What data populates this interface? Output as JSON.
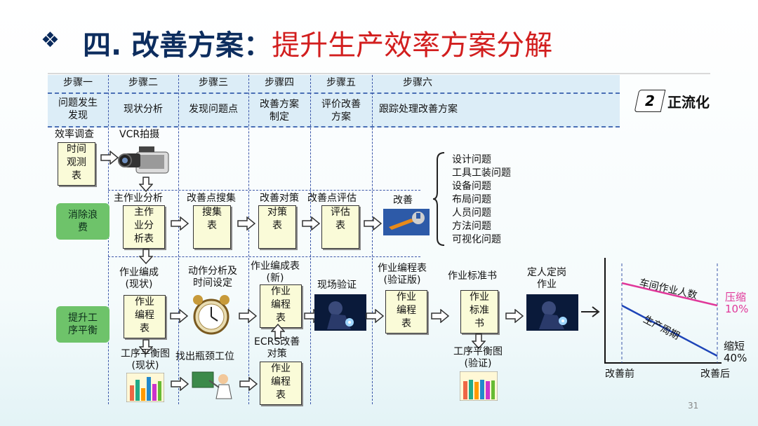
{
  "title": {
    "bullet": "❖",
    "prefix": "四. 改善方案：",
    "highlight": "提升生产效率方案分解"
  },
  "steps": [
    "步骤一",
    "步骤二",
    "步骤三",
    "步骤四",
    "步骤五",
    "步骤六"
  ],
  "phases": {
    "p1": "问题发生\n发现",
    "p2": "现状分析",
    "p3": "发现问题点",
    "p4": "改善方案\n制定",
    "p5": "评价改善\n方案",
    "p6": "跟踪处理改善方案"
  },
  "tag": {
    "num": "2",
    "text": "正流化"
  },
  "row0": {
    "efficiency_label": "效率调查",
    "doc_time": "时间\n观测\n表",
    "vcr_label": "VCR拍摄"
  },
  "row1": {
    "side_label": "消除浪\n费",
    "main_label": "主作业分析",
    "main_doc": "主作\n业分\n析表",
    "collect_label": "改善点搜集",
    "collect_doc": "搜集\n表",
    "measure_label": "改善对策",
    "measure_doc": "对策\n表",
    "eval_label": "改善点评估",
    "eval_doc": "评估\n表",
    "improve_label": "改善"
  },
  "issues": [
    "设计问题",
    "工具工装问题",
    "设备问题",
    "布局问题",
    "人员问题",
    "方法问题",
    "可视化问题"
  ],
  "row2": {
    "side_label": "提升工\n序平衡",
    "compile_label": "作业编成\n(现状)",
    "compile_doc": "作业\n编程\n表",
    "motion_label": "动作分析及\n时间设定",
    "compile_new_label": "作业编成表\n(新)",
    "compile_new_doc": "作业\n编程\n表",
    "onsite_label": "现场验证",
    "verified_label": "作业编程表\n(验证版)",
    "verified_doc": "作业\n编程\n表",
    "standard_label": "作业标准书",
    "standard_doc": "作业\n标准\n书",
    "post_label": "定人定岗\n作业"
  },
  "row3": {
    "balance_label": "工序平衡图\n(现状)",
    "bottleneck_label": "找出瓶颈工位",
    "ecrs_label": "ECRS改善\n对策",
    "ecrs_doc": "作业\n编程\n表",
    "balance_verified_label": "工序平衡图\n(验证)"
  },
  "result_chart": {
    "line1_label": "车间作业人数",
    "line2_label": "生产周期",
    "line1_note": "压缩\n10%",
    "line2_note": "缩短\n40%",
    "x_before": "改善前",
    "x_after": "改善后",
    "colors": {
      "line1": "#e0389a",
      "line2": "#1d44b8"
    }
  },
  "page_number": "31",
  "colors": {
    "title_red": "#d21e1e",
    "title_navy": "#0d2d5e",
    "band": "#dcedf7",
    "side_green": "#6ec36a"
  }
}
